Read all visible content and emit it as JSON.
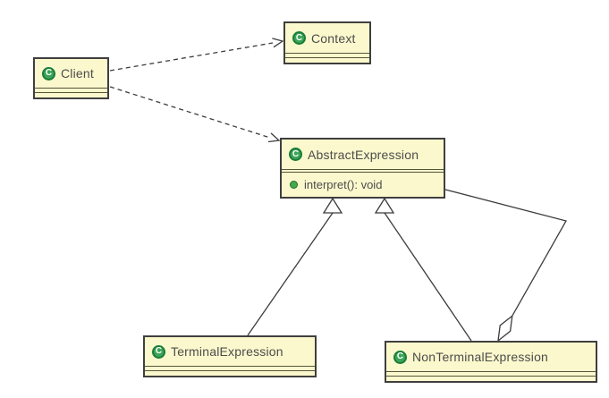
{
  "diagram": {
    "type": "uml-class-diagram"
  },
  "icons": {
    "class_glyph": "C"
  },
  "classes": {
    "client": {
      "name": "Client",
      "methods": []
    },
    "context": {
      "name": "Context",
      "methods": []
    },
    "abstract_expression": {
      "name": "AbstractExpression",
      "methods": [
        {
          "signature": "interpret(): void"
        }
      ]
    },
    "terminal_expression": {
      "name": "TerminalExpression",
      "methods": []
    },
    "non_terminal_expression": {
      "name": "NonTerminalExpression",
      "methods": []
    }
  },
  "edges": [
    {
      "type": "dependency",
      "from": "Client",
      "to": "Context",
      "line": "dashed-open-arrow"
    },
    {
      "type": "dependency",
      "from": "Client",
      "to": "AbstractExpression",
      "line": "dashed-open-arrow"
    },
    {
      "type": "generalization",
      "from": "TerminalExpression",
      "to": "AbstractExpression",
      "line": "solid-hollow-triangle"
    },
    {
      "type": "generalization",
      "from": "NonTerminalExpression",
      "to": "AbstractExpression",
      "line": "solid-hollow-triangle"
    },
    {
      "type": "aggregation",
      "from": "NonTerminalExpression",
      "to": "AbstractExpression",
      "line": "solid-hollow-diamond"
    }
  ],
  "colors": {
    "canvas-bg": "#ffffff",
    "box-fill": "#fbf8cd",
    "box-border": "#3f3f3f",
    "separator": "#55553a",
    "line": "#3c3c3c",
    "class-icon-fill": "#3ba458",
    "class-icon-ring": "#1c7c38",
    "class-icon-glyph": "#ffffff",
    "method-icon-fill": "#46a949",
    "method-icon-border": "#1d6f2f",
    "text": "#4c4c4c"
  }
}
